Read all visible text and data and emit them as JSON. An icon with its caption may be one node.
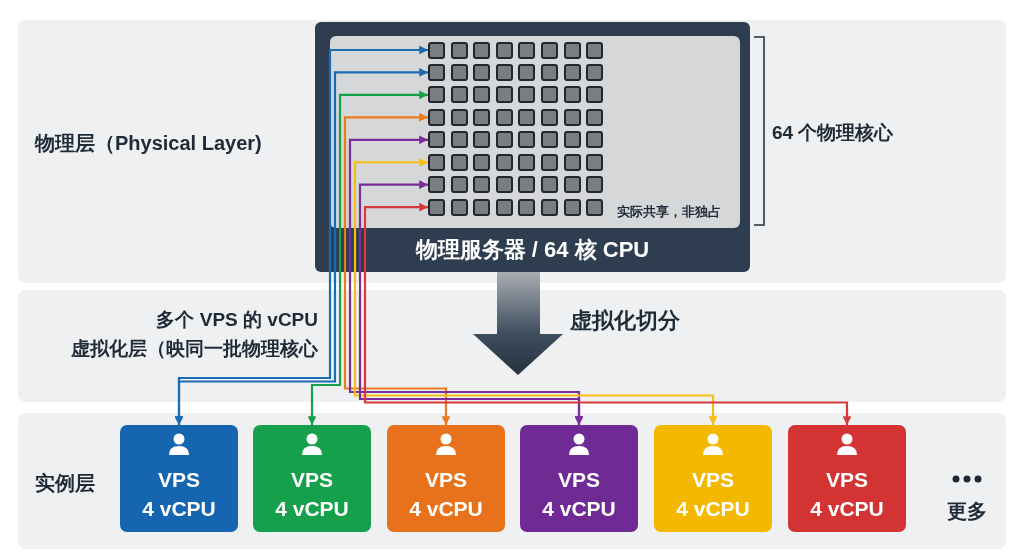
{
  "diagram": {
    "nodes": [
      {
        "text": [
          "实际共享，非独占",
          "物理服务器 / 64 核 CPU"
        ],
        "beside": [
          "64 个物理核心"
        ]
      },
      {
        "text": [],
        "shape": "box",
        "in": 0
      },
      {
        "text": [],
        "shape": "box",
        "in": 0
      },
      {
        "text": [],
        "shape": "box",
        "in": 0
      },
      {
        "text": [],
        "shape": "box",
        "in": 0
      },
      {
        "text": [],
        "shape": "box",
        "in": 0
      },
      {
        "text": [],
        "shape": "box",
        "in": 0
      },
      {
        "text": [],
        "shape": "box",
        "in": 0
      },
      {
        "text": [],
        "shape": "box",
        "in": 0
      },
      {
        "text": [
          "VPS 4 vCPU"
        ]
      },
      {
        "text": [
          "VPS 4 vCPU"
        ]
      },
      {
        "text": [
          "VPS 4 vCPU"
        ]
      },
      {
        "text": [
          "VPS 4 vCPU"
        ]
      },
      {
        "text": [
          "VPS 4 vCPU"
        ]
      },
      {
        "text": [
          "VPS 4 vCPU"
        ]
      }
    ],
    "edges": [
      {
        "from": 1,
        "to": 9,
        "arrow": "both",
        "color": "#1a6db5"
      },
      {
        "from": 2,
        "to": 9,
        "arrow": "both",
        "color": "#1a6db5"
      },
      {
        "from": 3,
        "to": 10,
        "arrow": "both",
        "color": "#17a04c"
      },
      {
        "from": 4,
        "to": 11,
        "arrow": "both",
        "color": "#ec7a1f"
      },
      {
        "from": 5,
        "to": 12,
        "arrow": "both",
        "color": "#7a2e9c"
      },
      {
        "from": 6,
        "to": 13,
        "arrow": "both",
        "color": "#f7bd12"
      },
      {
        "from": 7,
        "to": 12,
        "arrow": "both",
        "color": "#7a2e9c"
      },
      {
        "from": 8,
        "to": 14,
        "arrow": "both",
        "color": "#d63a3a"
      }
    ],
    "labels": [
      "物理层（Physical Layer)",
      "多个 VPS 的 vCPU",
      "虚拟化层（映同一批物理核心",
      "虚拟化切分",
      "实例层",
      "更多"
    ]
  }
}
